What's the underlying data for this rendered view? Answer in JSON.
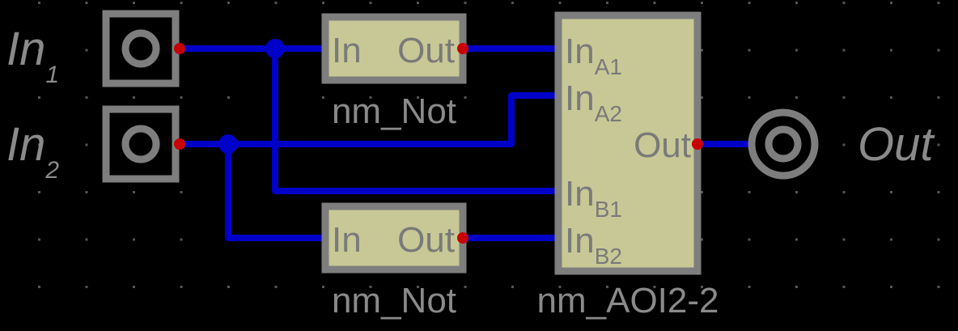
{
  "inputs": [
    {
      "name": "In",
      "sub": "1"
    },
    {
      "name": "In",
      "sub": "2"
    }
  ],
  "output": {
    "name": "Out"
  },
  "not_gates": [
    {
      "in_label": "In",
      "out_label": "Out",
      "name": "nm_Not"
    },
    {
      "in_label": "In",
      "out_label": "Out",
      "name": "nm_Not"
    }
  ],
  "aoi": {
    "name": "nm_AOI2-2",
    "out_label": "Out",
    "pins": [
      {
        "base": "In",
        "sub": "A1"
      },
      {
        "base": "In",
        "sub": "A2"
      },
      {
        "base": "In",
        "sub": "B1"
      },
      {
        "base": "In",
        "sub": "B2"
      }
    ]
  },
  "colors": {
    "wire": "#0000c8",
    "pin": "#c80000",
    "block": "#c8c896",
    "outline": "#7e7e7e",
    "text": "#8a8a8a",
    "grid": "#555555"
  }
}
